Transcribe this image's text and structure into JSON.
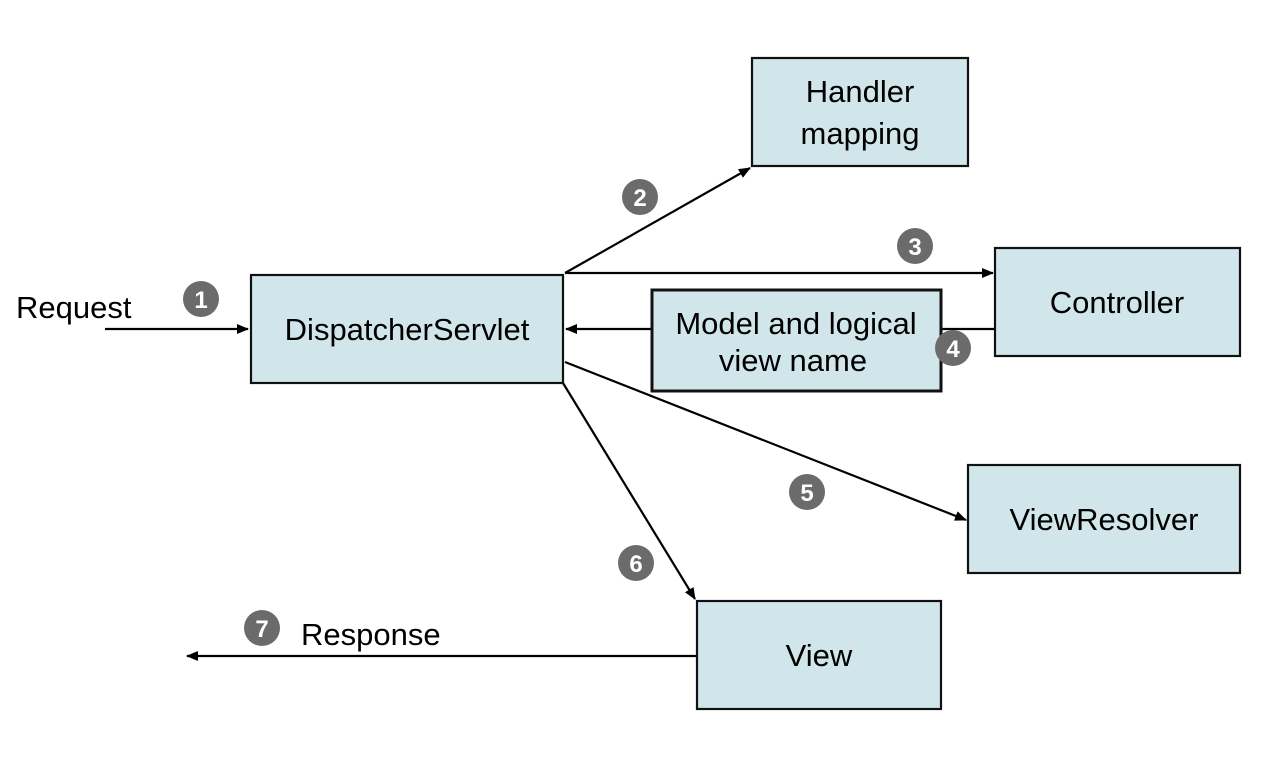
{
  "colors": {
    "box_fill": "#d1e6ea",
    "line": "#000000",
    "badge": "#6b6b6b"
  },
  "nodes": {
    "handler_mapping": {
      "line1": "Handler",
      "line2": "mapping"
    },
    "controller": {
      "label": "Controller"
    },
    "dispatcher": {
      "label": "DispatcherServlet"
    },
    "model": {
      "line1": "Model and logical",
      "line2": "view name"
    },
    "view_resolver": {
      "label": "ViewResolver"
    },
    "view": {
      "label": "View"
    }
  },
  "labels": {
    "request": "Request",
    "response": "Response"
  },
  "steps": [
    "1",
    "2",
    "3",
    "4",
    "5",
    "6",
    "7"
  ]
}
